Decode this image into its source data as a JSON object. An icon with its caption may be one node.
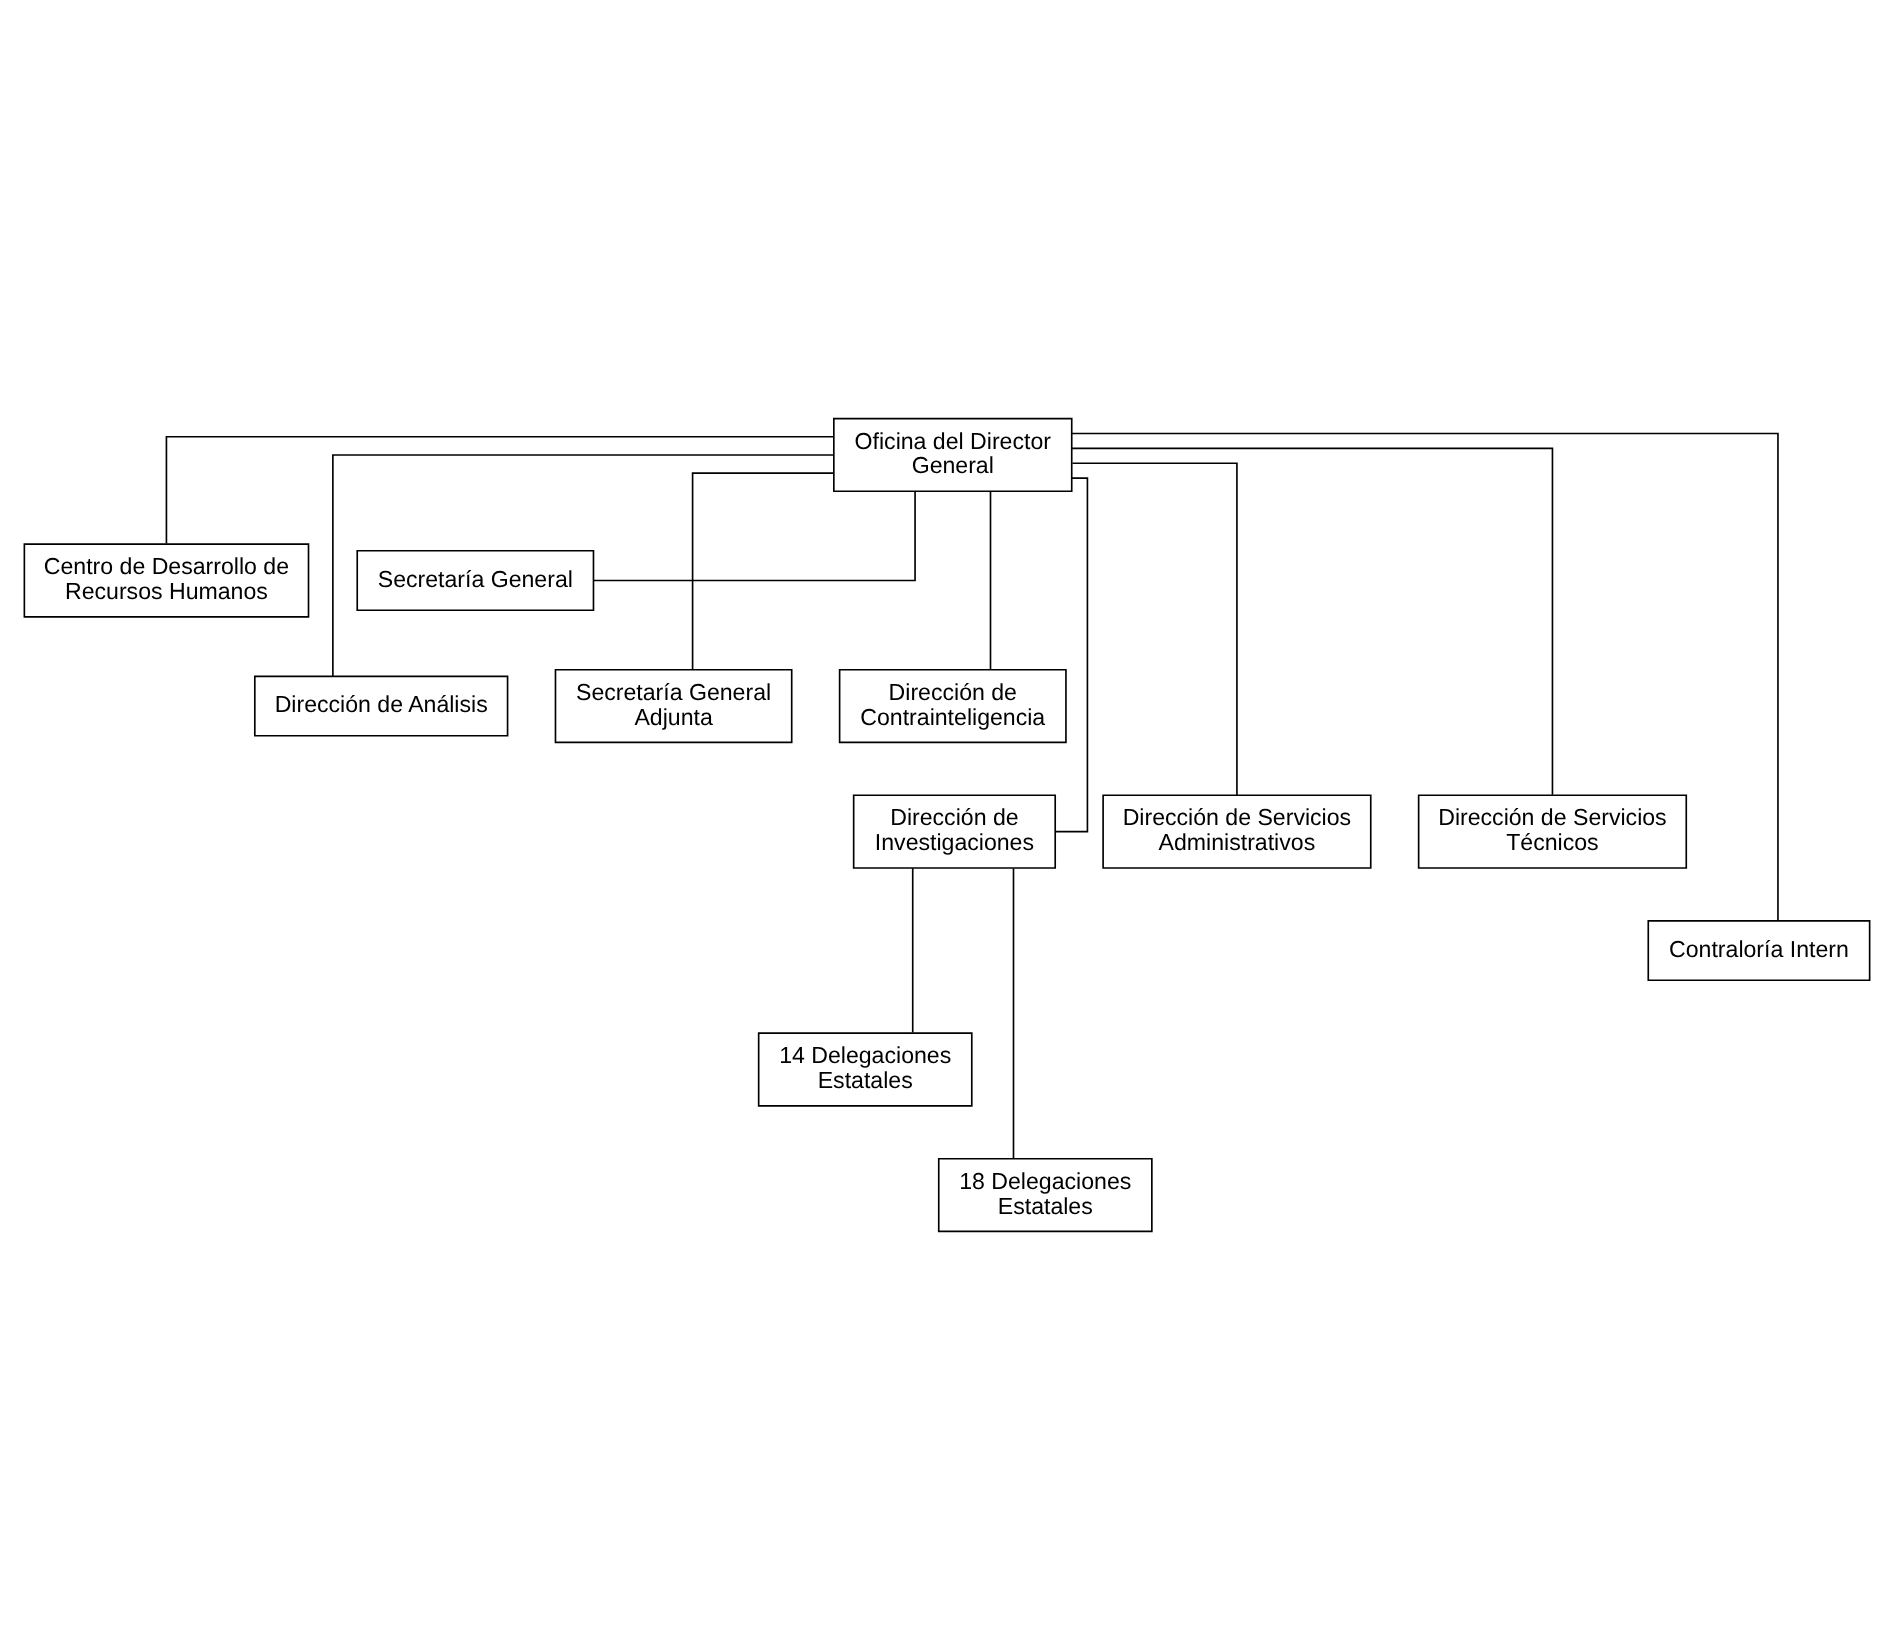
{
  "diagram": {
    "nodes": [
      {
        "text": [
          "Oficina del Director General"
        ]
      },
      {
        "text": [
          "Centro de Desarrollo de Recursos Humanos"
        ]
      },
      {
        "text": [
          "Secretaría General"
        ]
      },
      {
        "text": [
          "Dirección de Análisis"
        ]
      },
      {
        "text": [
          "Secretaría General Adjunta"
        ]
      },
      {
        "text": [
          "Dirección de Contrainteligencia"
        ]
      },
      {
        "text": [
          "Dirección de Investigaciones"
        ]
      },
      {
        "text": [
          "Dirección de Servicios Administrativos"
        ]
      },
      {
        "text": [
          "Dirección de Servicios Técnicos"
        ]
      },
      {
        "text": [
          "Contraloría Intern"
        ]
      },
      {
        "text": [
          "14 Delegaciones Estatales"
        ]
      },
      {
        "text": [
          "18 Delegaciones Estatales"
        ]
      }
    ],
    "edges": [
      {
        "from": 0,
        "to": 1,
        "arrow": "none"
      },
      {
        "from": 0,
        "to": 2,
        "arrow": "none"
      },
      {
        "from": 0,
        "to": 3,
        "arrow": "none"
      },
      {
        "from": 0,
        "to": 6,
        "arrow": "none"
      },
      {
        "from": 0,
        "to": 4,
        "arrow": "none"
      },
      {
        "from": 0,
        "to": 7,
        "arrow": "none"
      },
      {
        "from": 0,
        "to": 5,
        "arrow": "none"
      },
      {
        "from": 0,
        "to": 8,
        "arrow": "none"
      },
      {
        "from": 0,
        "to": 9,
        "arrow": "none"
      },
      {
        "from": 6,
        "to": 10,
        "arrow": "none"
      },
      {
        "from": 6,
        "to": 11,
        "arrow": "none"
      }
    ]
  }
}
